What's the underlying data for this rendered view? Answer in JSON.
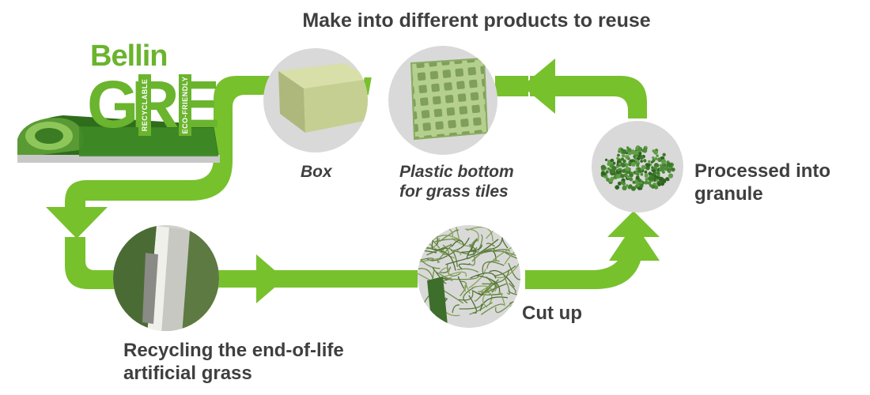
{
  "title": "Make into different products to reuse",
  "brand": {
    "name": "Bellin",
    "letters": [
      "G",
      "R",
      "E"
    ],
    "tag_left": "RECYCLABLE",
    "tag_right": "ECO-FRIENDLY"
  },
  "steps": {
    "box": "Box",
    "plastic_bottom": [
      "Plastic bottom",
      "for grass tiles"
    ],
    "granule": [
      "Processed into",
      "granule"
    ],
    "cut_up": "Cut up",
    "recycling": [
      "Recycling the end-of-life",
      "artificial grass"
    ]
  },
  "colors": {
    "arrow_green": "#77c12d",
    "brand_green": "#6ab42e",
    "text_gray": "#3f3f3f",
    "photo_gray": "#d9d9d9"
  },
  "icons": [
    "box-photo",
    "grass-tile-photo",
    "granule-photo",
    "cut-grass-photo",
    "artificial-grass-photo",
    "turf-roll-photo"
  ]
}
